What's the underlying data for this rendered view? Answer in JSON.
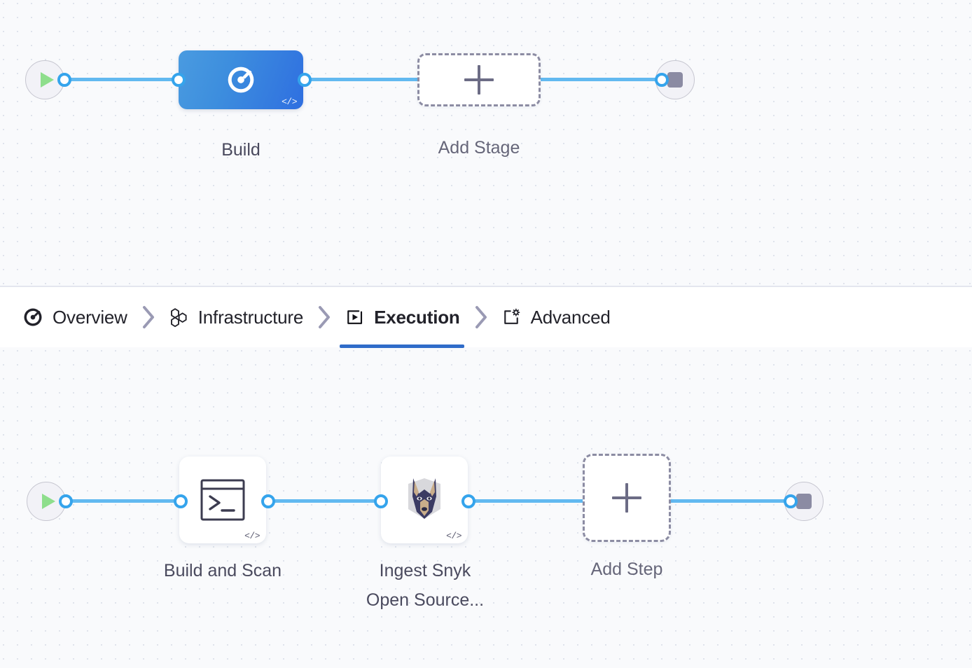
{
  "stage_graph": {
    "start_node": {
      "icon": "play-icon",
      "title": "Start"
    },
    "end_node": {
      "icon": "stop-icon",
      "title": "End"
    },
    "nodes": [
      {
        "id": "build-stage",
        "label": "Build",
        "icon": "ci-build-icon",
        "badge": "</>",
        "selected": true
      },
      {
        "id": "add-stage",
        "label": "Add Stage",
        "icon": "plus-icon",
        "selected": false
      }
    ]
  },
  "tabs": {
    "items": [
      {
        "id": "overview",
        "label": "Overview",
        "icon": "ci-build-icon",
        "active": false
      },
      {
        "id": "infrastructure",
        "label": "Infrastructure",
        "icon": "hexagons-icon",
        "active": false
      },
      {
        "id": "execution",
        "label": "Execution",
        "icon": "play-box-icon",
        "active": true
      },
      {
        "id": "advanced",
        "label": "Advanced",
        "icon": "settings-card-icon",
        "active": false
      }
    ],
    "separator_icon": "chevron-right-icon",
    "active_underline_color": "#2f6cc9"
  },
  "step_graph": {
    "start_node": {
      "icon": "play-icon",
      "title": "Start"
    },
    "end_node": {
      "icon": "stop-icon",
      "title": "End"
    },
    "nodes": [
      {
        "id": "build-and-scan",
        "label": "Build and Scan",
        "icon": "terminal-icon",
        "badge": "</>"
      },
      {
        "id": "ingest-snyk-open-source",
        "label": "Ingest Snyk\nOpen Source...",
        "icon": "snyk-dog-icon",
        "badge": "</>"
      },
      {
        "id": "add-step",
        "label": "Add Step",
        "icon": "plus-icon"
      }
    ]
  },
  "colors": {
    "edge": "#62b9f0",
    "port_ring": "#35a4ec",
    "stage_selected_from": "#4a9be0",
    "stage_selected_to": "#2f6fe0",
    "canvas_bg": "#f9fafc",
    "grid_dot": "#dfe3ec",
    "label_text": "#4a4a5e",
    "play_green": "#8ede8c",
    "stop_gray": "#8b8ba3"
  }
}
